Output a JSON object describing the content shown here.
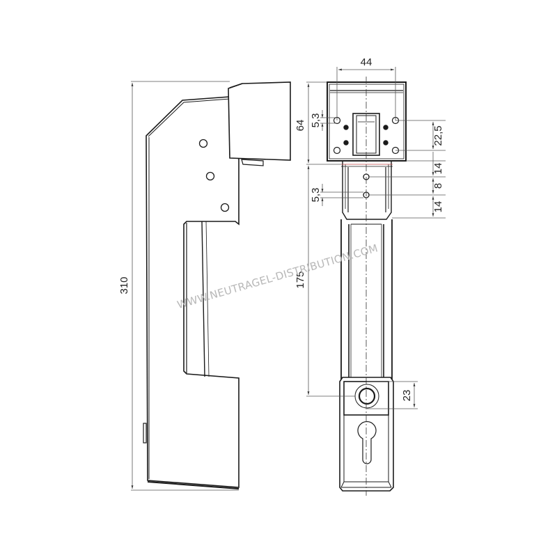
{
  "drawing": {
    "title": "Handle technical drawing - side view and front view",
    "watermark": "WWW.NEUTRAGEL-DISTRIBUTION.COM",
    "units": "mm",
    "line_color": "#1a1a1a",
    "dim_line_color": "#555555"
  },
  "side_view": {
    "dimensions": {
      "overall_height": "310"
    },
    "mounting_holes": 3
  },
  "front_view": {
    "dimensions": {
      "width": "44",
      "head_height": "64",
      "hole_diameter_top": "5,3",
      "hole_spacing_top": "22,5",
      "gap_below_head": "14",
      "bracket_hole_spacing": "8",
      "hole_diameter_bracket": "5,3",
      "gap_below_bracket": "14",
      "grip_length": "175",
      "lock_button_height": "23"
    },
    "features": [
      "mounting-plate",
      "latch-slot",
      "bracket",
      "grip-bar",
      "lock-button",
      "euro-cylinder-keyhole"
    ]
  }
}
